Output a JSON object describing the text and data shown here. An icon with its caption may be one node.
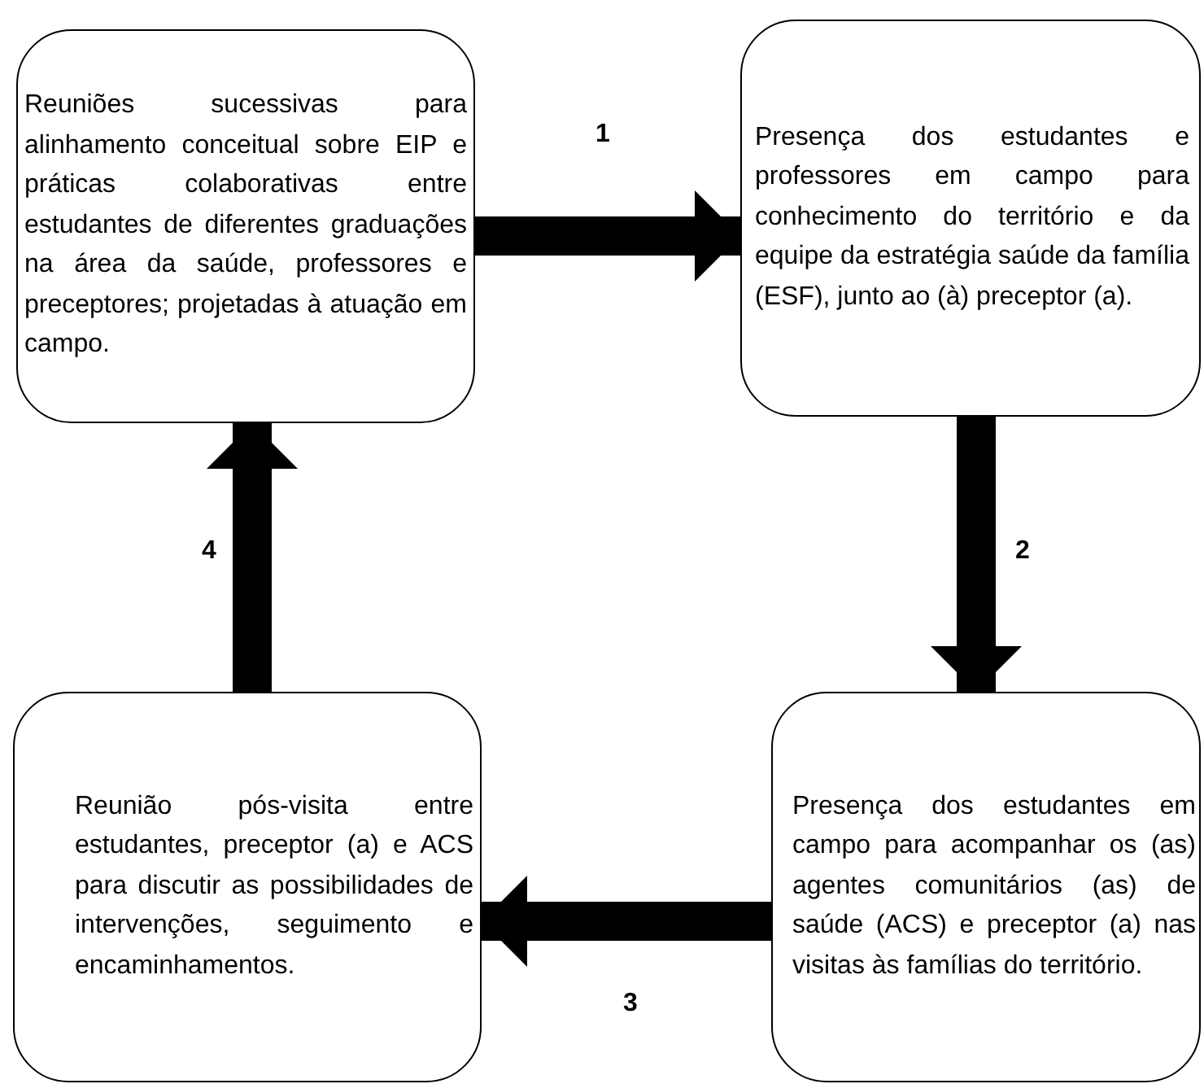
{
  "diagram": {
    "nodes": [
      {
        "text": [
          "Reuniões sucessivas para alinhamento conceitual sobre EIP e práticas colaborativas entre estudantes de diferentes graduações na área da saúde, professores e preceptores; projetadas à atuação em campo."
        ]
      },
      {
        "text": [
          "Presença dos estudantes e professores em campo para conhecimento do território e da equipe da estratégia saúde da família (ESF), junto ao (à) preceptor (a)."
        ]
      },
      {
        "text": [
          "Presença dos estudantes em campo para acompanhar os (as) agentes comunitários (as) de saúde (ACS) e preceptor (a) nas visitas às famílias do território."
        ]
      },
      {
        "text": [
          "Reunião pós-visita entre estudantes, preceptor (a) e ACS para discutir as possibilidades de intervenções, seguimento e encaminhamentos."
        ]
      }
    ],
    "edges": [
      {
        "from": 0,
        "to": 1,
        "arrow": "to",
        "label": "1"
      },
      {
        "from": 1,
        "to": 2,
        "arrow": "to",
        "label": "2"
      },
      {
        "from": 2,
        "to": 3,
        "arrow": "to",
        "label": "3"
      },
      {
        "from": 3,
        "to": 0,
        "arrow": "to",
        "label": "4"
      }
    ]
  }
}
